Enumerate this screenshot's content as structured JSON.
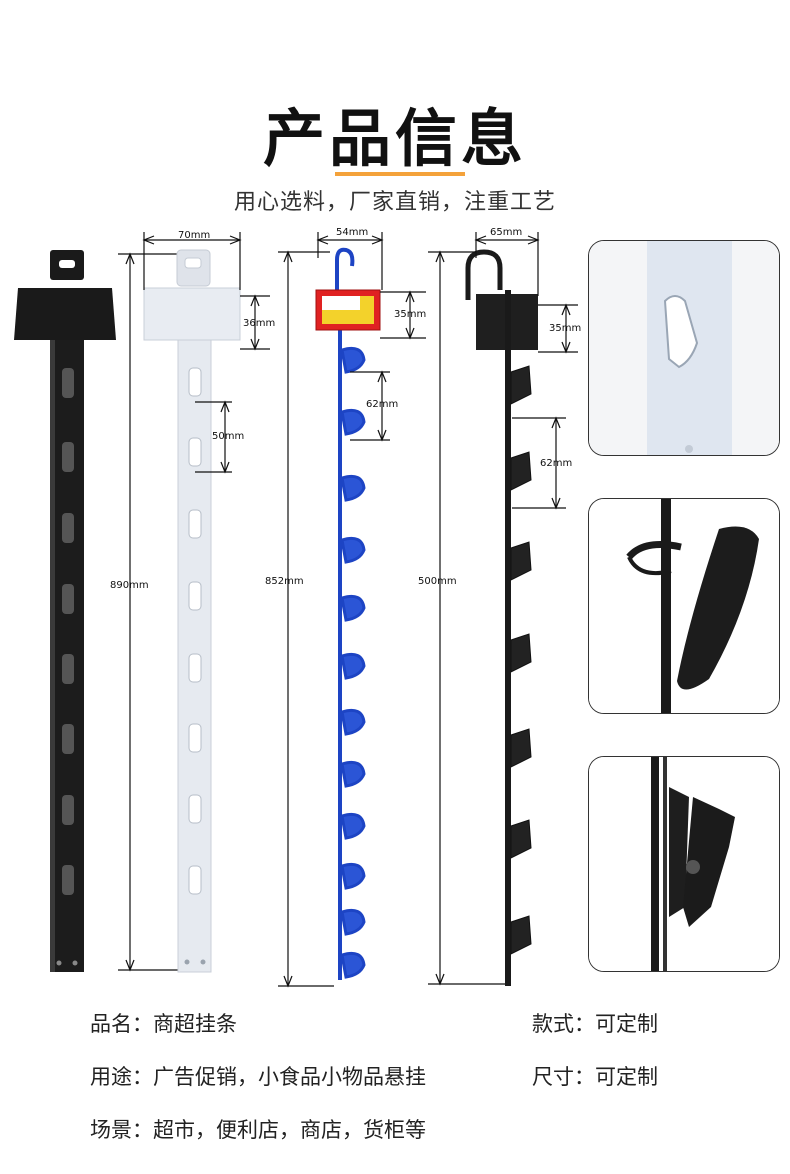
{
  "header": {
    "title": "产品信息",
    "subtitle": "用心选料，厂家直销，注重工艺"
  },
  "dimensions": {
    "black_strip_height": "890mm",
    "white_strip_width": "70mm",
    "white_strip_header": "36mm",
    "white_strip_spacing": "50mm",
    "blue_width": "54mm",
    "blue_header": "35mm",
    "blue_spacing": "62mm",
    "blue_height": "852mm",
    "clip_width": "65mm",
    "clip_header": "35mm",
    "clip_spacing": "62mm",
    "clip_height": "500mm"
  },
  "info": {
    "name": "品名：商超挂条",
    "use": "用途：广告促销，小食品小物品悬挂",
    "scene": "场景：超市，便利店，商店，货柜等",
    "style": "款式：可定制",
    "size": "尺寸：可定制"
  },
  "colors": {
    "accent": "#f4a23a",
    "blue": "#1d44c4",
    "black": "#1a1a1a"
  }
}
